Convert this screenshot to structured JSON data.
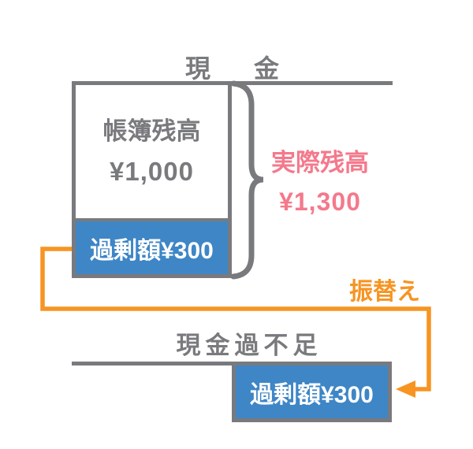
{
  "colors": {
    "gray": "#797a7d",
    "blue": "#3e86c6",
    "pink": "#f4798c",
    "orange": "#f79422",
    "white_text": "#ffffff"
  },
  "cash_account": {
    "title_char_left": "現",
    "title_char_right": "金",
    "book_balance_label": "帳簿残高",
    "book_balance_amount": "¥1,000",
    "excess_label": "過剰額¥300",
    "actual_balance_label": "実際残高",
    "actual_balance_amount": "¥1,300"
  },
  "transfer": {
    "label": "振替え"
  },
  "overage_account": {
    "title": "現金過不足",
    "excess_label": "過剰額¥300"
  }
}
